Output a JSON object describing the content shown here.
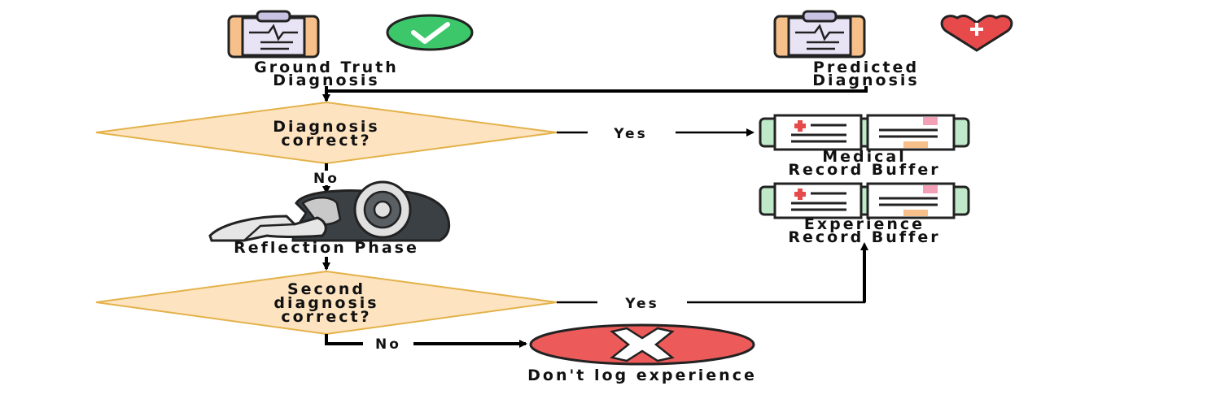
{
  "nodes": {
    "ground_truth": {
      "line1": "Ground Truth",
      "line2": "Diagnosis",
      "icon": "clipboard-check-icon"
    },
    "predicted": {
      "line1": "Predicted",
      "line2": "Diagnosis",
      "icon": "clipboard-heart-icon"
    },
    "decision1": {
      "line1": "Diagnosis",
      "line2": "correct?"
    },
    "medical_buffer": {
      "line1": "Medical",
      "line2": "Record Buffer",
      "icon": "medical-record-icon"
    },
    "experience_buffer": {
      "line1": "Experience",
      "line2": "Record Buffer",
      "icon": "medical-record-icon"
    },
    "reflection": {
      "label": "Reflection Phase",
      "icon": "thinking-head-gear-icon"
    },
    "decision2": {
      "line1": "Second",
      "line2": "diagnosis",
      "line3": "correct?"
    },
    "dont_log": {
      "label": "Don't log experience",
      "icon": "red-x-icon"
    }
  },
  "edges": {
    "yes1": "Yes",
    "no1": "No",
    "yes2": "Yes",
    "no2": "No"
  },
  "colors": {
    "diamond_fill": "#fde3c0",
    "diamond_stroke": "#e3b24a",
    "x_red": "#ec5b59",
    "record_green": "#bfe9c9",
    "clipboard_orange": "#f7c08a",
    "clipboard_paper": "#e9e4f5",
    "check_green": "#3cc76a",
    "heart_red": "#e64a4a"
  }
}
